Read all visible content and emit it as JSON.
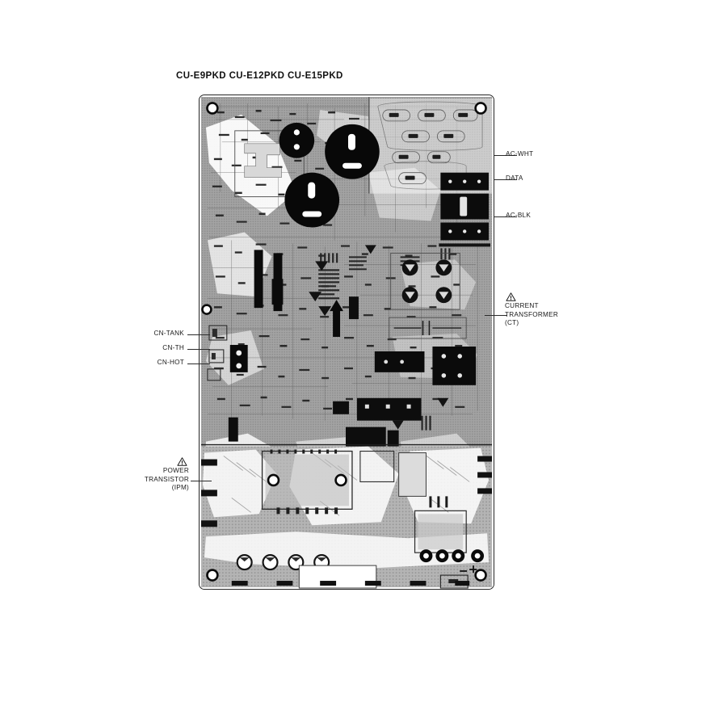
{
  "diagram": {
    "title": "CU-E9PKD  CU-E12PKD  CU-E15PKD",
    "subject": "outdoor-unit-printed-circuit-board",
    "board_color": "#9a9a9a",
    "ink_color": "#1a1a1a"
  },
  "callouts": {
    "right": [
      {
        "id": "ac-wht",
        "label": "AC-WHT",
        "warning": false
      },
      {
        "id": "data",
        "label": "DATA",
        "warning": false
      },
      {
        "id": "ac-blk",
        "label": "AC-BLK",
        "warning": false
      }
    ],
    "right_multiline": [
      {
        "id": "current-transformer",
        "warning": true,
        "lines": [
          "CURRENT",
          "TRANSFORMER",
          "(CT)"
        ]
      }
    ],
    "left": [
      {
        "id": "cn-tank",
        "label": "CN-TANK",
        "warning": false
      },
      {
        "id": "cn-th",
        "label": "CN-TH",
        "warning": false
      },
      {
        "id": "cn-hot",
        "label": "CN-HOT",
        "warning": false
      }
    ],
    "left_multiline": [
      {
        "id": "power-transistor",
        "warning": true,
        "lines": [
          "POWER",
          "TRANSISTOR",
          "(IPM)"
        ]
      }
    ]
  },
  "warning_symbol": {
    "name": "warning-triangle-icon",
    "glyph": "!"
  }
}
